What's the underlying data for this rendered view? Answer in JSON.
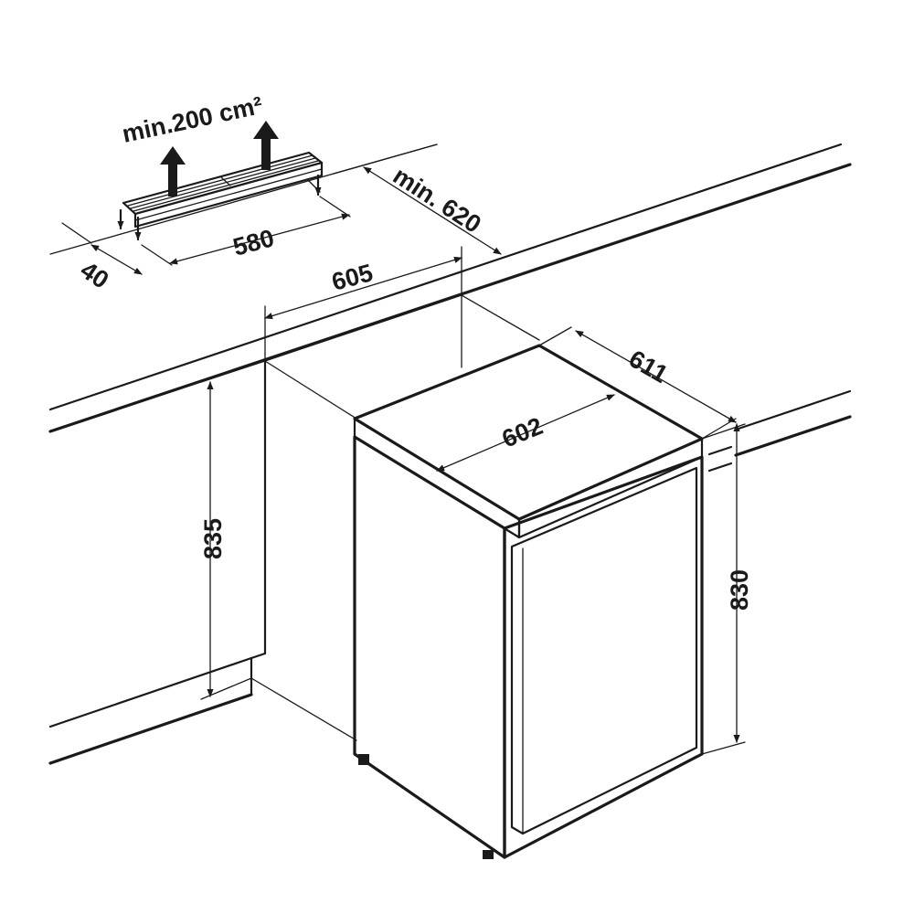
{
  "labels": {
    "vent_area": "min.200 cm²",
    "depth_recess": "min. 620",
    "vent_width": "580",
    "vent_offset": "40",
    "niche_width": "605",
    "niche_height": "835",
    "unit_depth": "611",
    "unit_width": "602",
    "unit_height": "830"
  },
  "colors": {
    "line": "#1a1a1a",
    "worktop_edge": "#d6d6d6",
    "background": "#ffffff"
  }
}
